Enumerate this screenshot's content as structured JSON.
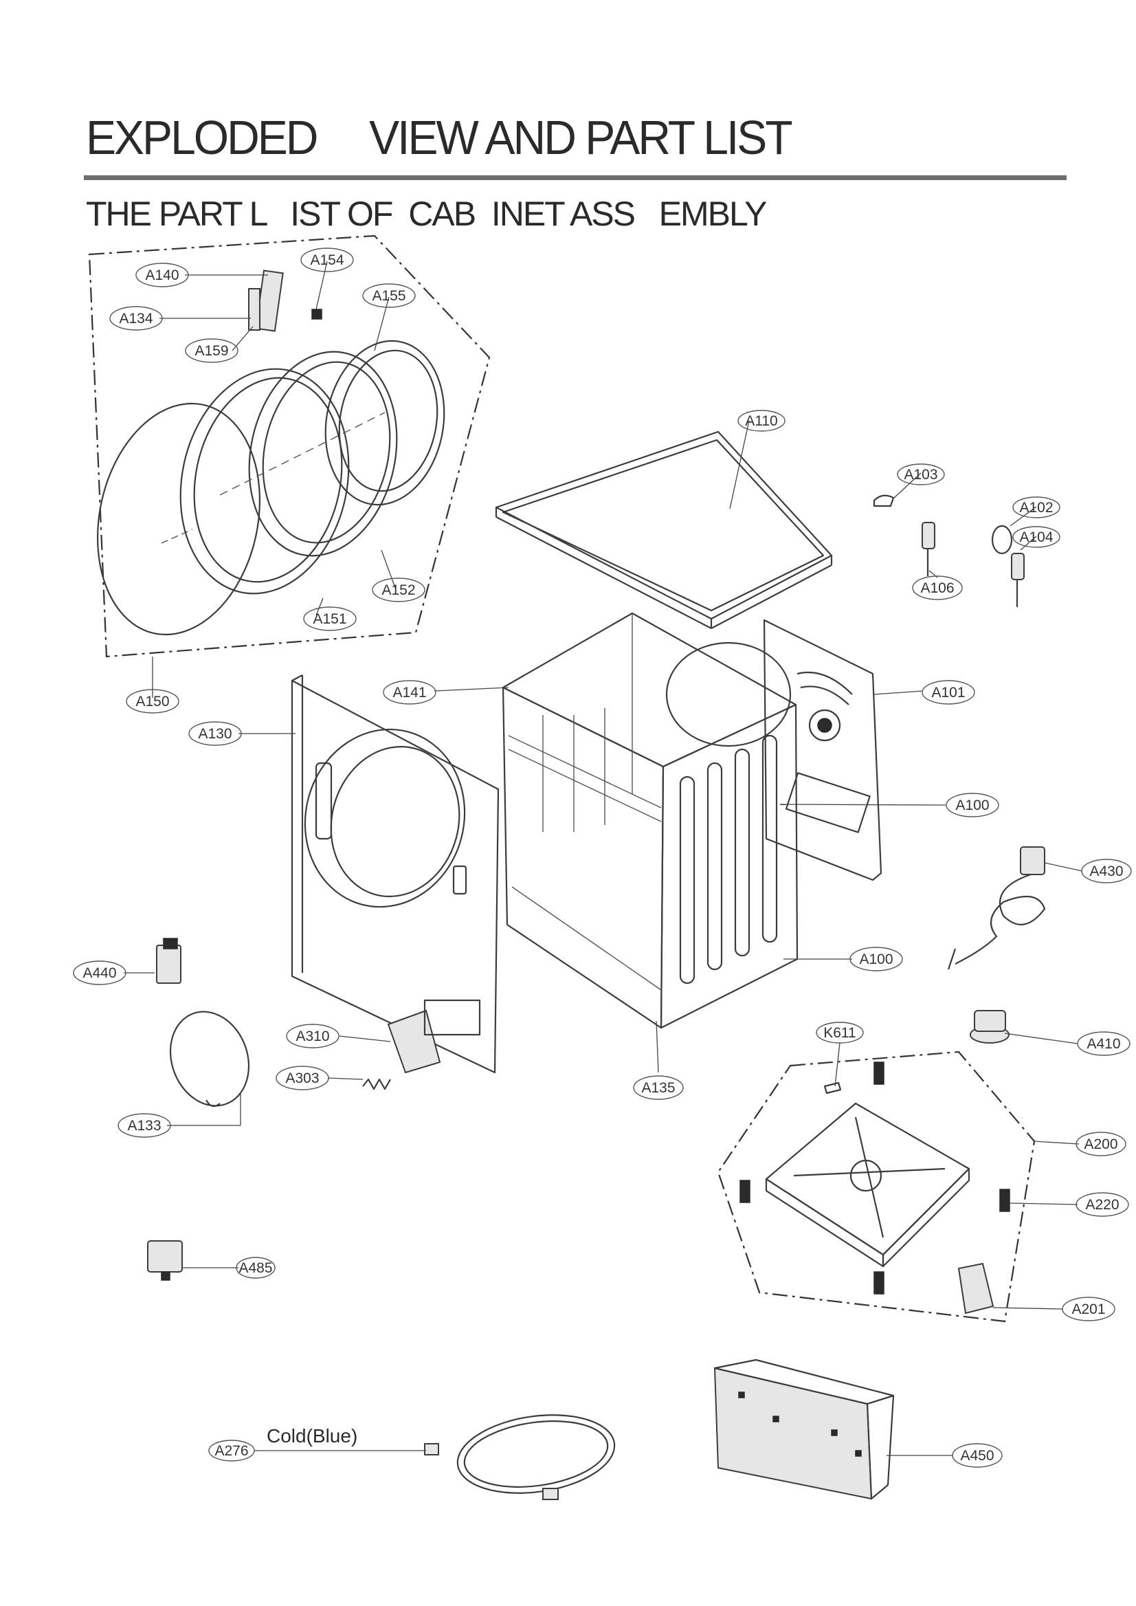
{
  "title": "EXPLODED     VIEW AND PART LIST",
  "subtitle": "THE PART L   IST OF  CAB  INET ASS   EMBLY",
  "note": "Cold(Blue)",
  "labels": {
    "A140": "A140",
    "A154": "A154",
    "A134": "A134",
    "A155": "A155",
    "A159": "A159",
    "A152": "A152",
    "A151": "A151",
    "A150": "A150",
    "A110": "A110",
    "A103": "A103",
    "A102": "A102",
    "A104": "A104",
    "A106": "A106",
    "A141": "A141",
    "A101": "A101",
    "A130": "A130",
    "A100a": "A100",
    "A100b": "A100",
    "A430": "A430",
    "A440": "A440",
    "A310": "A310",
    "A303": "A303",
    "A135": "A135",
    "K611": "K611",
    "A410": "A410",
    "A133": "A133",
    "A200": "A200",
    "A220": "A220",
    "A485": "A485",
    "A201": "A201",
    "A276": "A276",
    "A450": "A450"
  }
}
